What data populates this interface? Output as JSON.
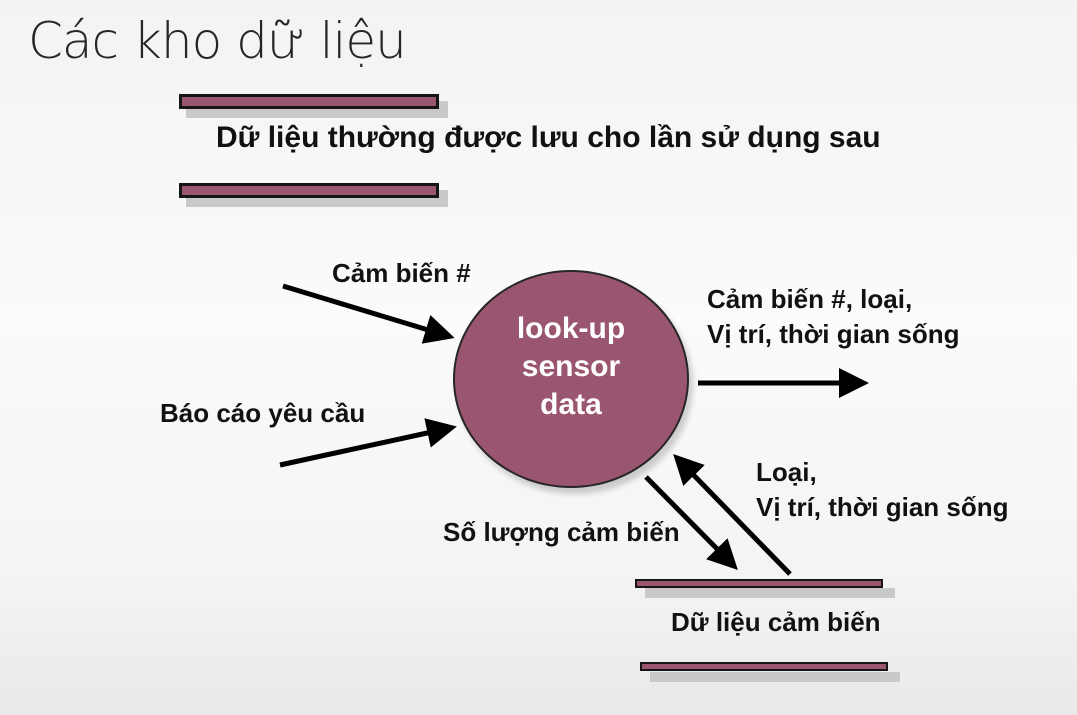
{
  "slide": {
    "title": "Các kho dữ liệu"
  },
  "legend": {
    "store_description": "Dữ liệu thường được lưu cho lần sử dụng sau"
  },
  "diagram": {
    "process": {
      "label": "look-up\nsensor\ndata",
      "fill_color": "#9a5570"
    },
    "flows": {
      "input_sensor": "Cảm biến #",
      "input_report_request": "Báo cáo yêu cầu",
      "output_line1": "Cảm biến #, loại,",
      "output_line2": "Vị trí, thời gian sống",
      "from_store_line1": "Loại,",
      "from_store_line2": "Vị trí, thời gian sống",
      "to_store": "Số lượng cảm biến"
    },
    "data_store": {
      "label": "Dữ liệu cảm biến"
    }
  },
  "colors": {
    "store_bar": "#9a5570",
    "arrow": "#000000",
    "background": "#f7f7f7"
  }
}
